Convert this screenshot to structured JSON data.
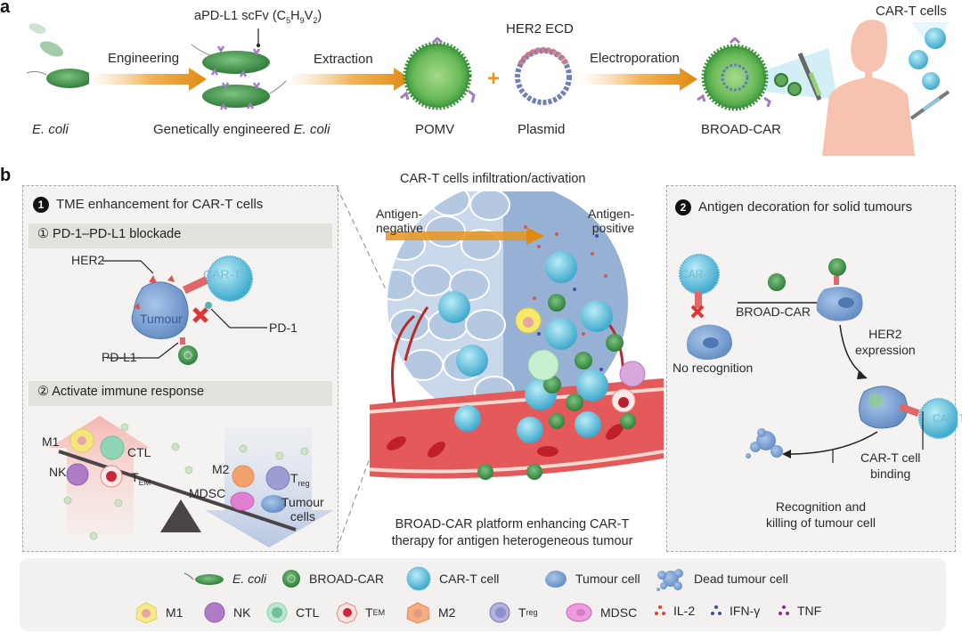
{
  "panel_a": {
    "label": "a",
    "nodes": {
      "ecoli": "E. coli",
      "engineered_prefix": "Genetically engineered ",
      "engineered_italic": "E. coli",
      "scfv_label": "aPD-L1 scFv (C",
      "scfv_sub1": "5",
      "scfv_mid1": "H",
      "scfv_sub2": "9",
      "scfv_mid2": "V",
      "scfv_sub3": "2",
      "scfv_end": ")",
      "pomv": "POMV",
      "her2_ecd": "HER2 ECD",
      "plasmid": "Plasmid",
      "broad_car": "BROAD-CAR",
      "car_t_cells": "CAR-T cells"
    },
    "arrows": {
      "engineering": "Engineering",
      "extraction": "Extraction",
      "electroporation": "Electroporation"
    },
    "plus_sign": "+"
  },
  "panel_b": {
    "label": "b",
    "left_box": {
      "badge": "1",
      "title": "TME enhancement for CAR-T cells",
      "sub1": "① PD-1–PD-L1 blockade",
      "sub1_labels": {
        "her2": "HER2",
        "tumour": "Tumour",
        "car_t": "CAR-T",
        "pd1": "PD-1",
        "pdl1": "PD-L1"
      },
      "sub2": "② Activate immune response",
      "up_cells": {
        "m1": "M1",
        "ctl": "CTL",
        "nk": "NK",
        "tem_main": "T",
        "tem_sub": "EM"
      },
      "down_cells": {
        "m2": "M2",
        "treg_main": "T",
        "treg_sub": "reg",
        "mdsc": "MDSC",
        "tumour_cells_1": "Tumour",
        "tumour_cells_2": "cells"
      }
    },
    "center": {
      "title": "CAR-T cells infiltration/activation",
      "antigen_negative_1": "Antigen-",
      "antigen_negative_2": "negative",
      "antigen_positive_1": "Antigen-",
      "antigen_positive_2": "positive",
      "caption_1": "BROAD-CAR platform enhancing CAR-T",
      "caption_2": "therapy for antigen heterogeneous tumour"
    },
    "right_box": {
      "badge": "2",
      "title": "Antigen decoration for solid tumours",
      "car_t": "CAR-T",
      "broad_car": "BROAD-CAR",
      "no_recognition": "No recognition",
      "her2_expr_1": "HER2",
      "her2_expr_2": "expression",
      "binding_1": "CAR-T cell",
      "binding_2": "binding",
      "killing_1": "Recognition and",
      "killing_2": "killing of tumour cell",
      "car_t_2": "CAR-T"
    }
  },
  "legend": {
    "row1": [
      {
        "icon": "ecoli-icon",
        "label": "E. coli",
        "italic": true
      },
      {
        "icon": "broad-car-icon",
        "label": "BROAD-CAR"
      },
      {
        "icon": "car-t-cell-icon",
        "label": "CAR-T cell"
      },
      {
        "icon": "tumour-cell-icon",
        "label": "Tumour cell"
      },
      {
        "icon": "dead-tumour-cell-icon",
        "label": "Dead tumour cell"
      }
    ],
    "row2": [
      {
        "icon": "m1-icon",
        "label": "M1"
      },
      {
        "icon": "nk-icon",
        "label": "NK"
      },
      {
        "icon": "ctl-icon",
        "label": "CTL"
      },
      {
        "icon": "tem-icon",
        "label": "T",
        "sub": "EM"
      },
      {
        "icon": "m2-icon",
        "label": "M2"
      },
      {
        "icon": "treg-icon",
        "label": "T",
        "sub": "reg"
      },
      {
        "icon": "mdsc-icon",
        "label": "MDSC"
      },
      {
        "icon": "il2-icon",
        "label": "IL-2"
      },
      {
        "icon": "ifn-gamma-icon",
        "label": "IFN-γ"
      },
      {
        "icon": "tnf-icon",
        "label": "TNF"
      }
    ]
  },
  "colors": {
    "arrow_orange": "#e8961e",
    "ecoli_green": "#3f8a46",
    "car_t_blue": "#5bbfd9",
    "tumour_blue": "#6f97c9",
    "body_pink": "#f6c3b1",
    "vessel_red": "#d84a4a",
    "antibody_purple": "#a27cc0",
    "her2_red": "#d9534f"
  }
}
